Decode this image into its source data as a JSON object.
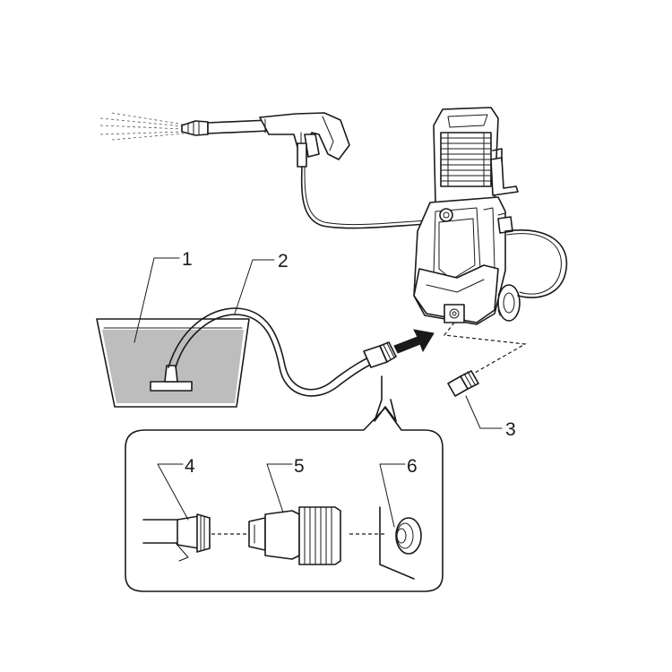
{
  "callouts": [
    {
      "id": "1",
      "label": "1"
    },
    {
      "id": "2",
      "label": "2"
    },
    {
      "id": "3",
      "label": "3"
    },
    {
      "id": "4",
      "label": "4"
    },
    {
      "id": "5",
      "label": "5"
    },
    {
      "id": "6",
      "label": "6"
    }
  ],
  "colors": {
    "line": "#1a1a1a",
    "water": "#bdbdbd",
    "water_shade": "#9e9e9e",
    "background": "#ffffff"
  }
}
